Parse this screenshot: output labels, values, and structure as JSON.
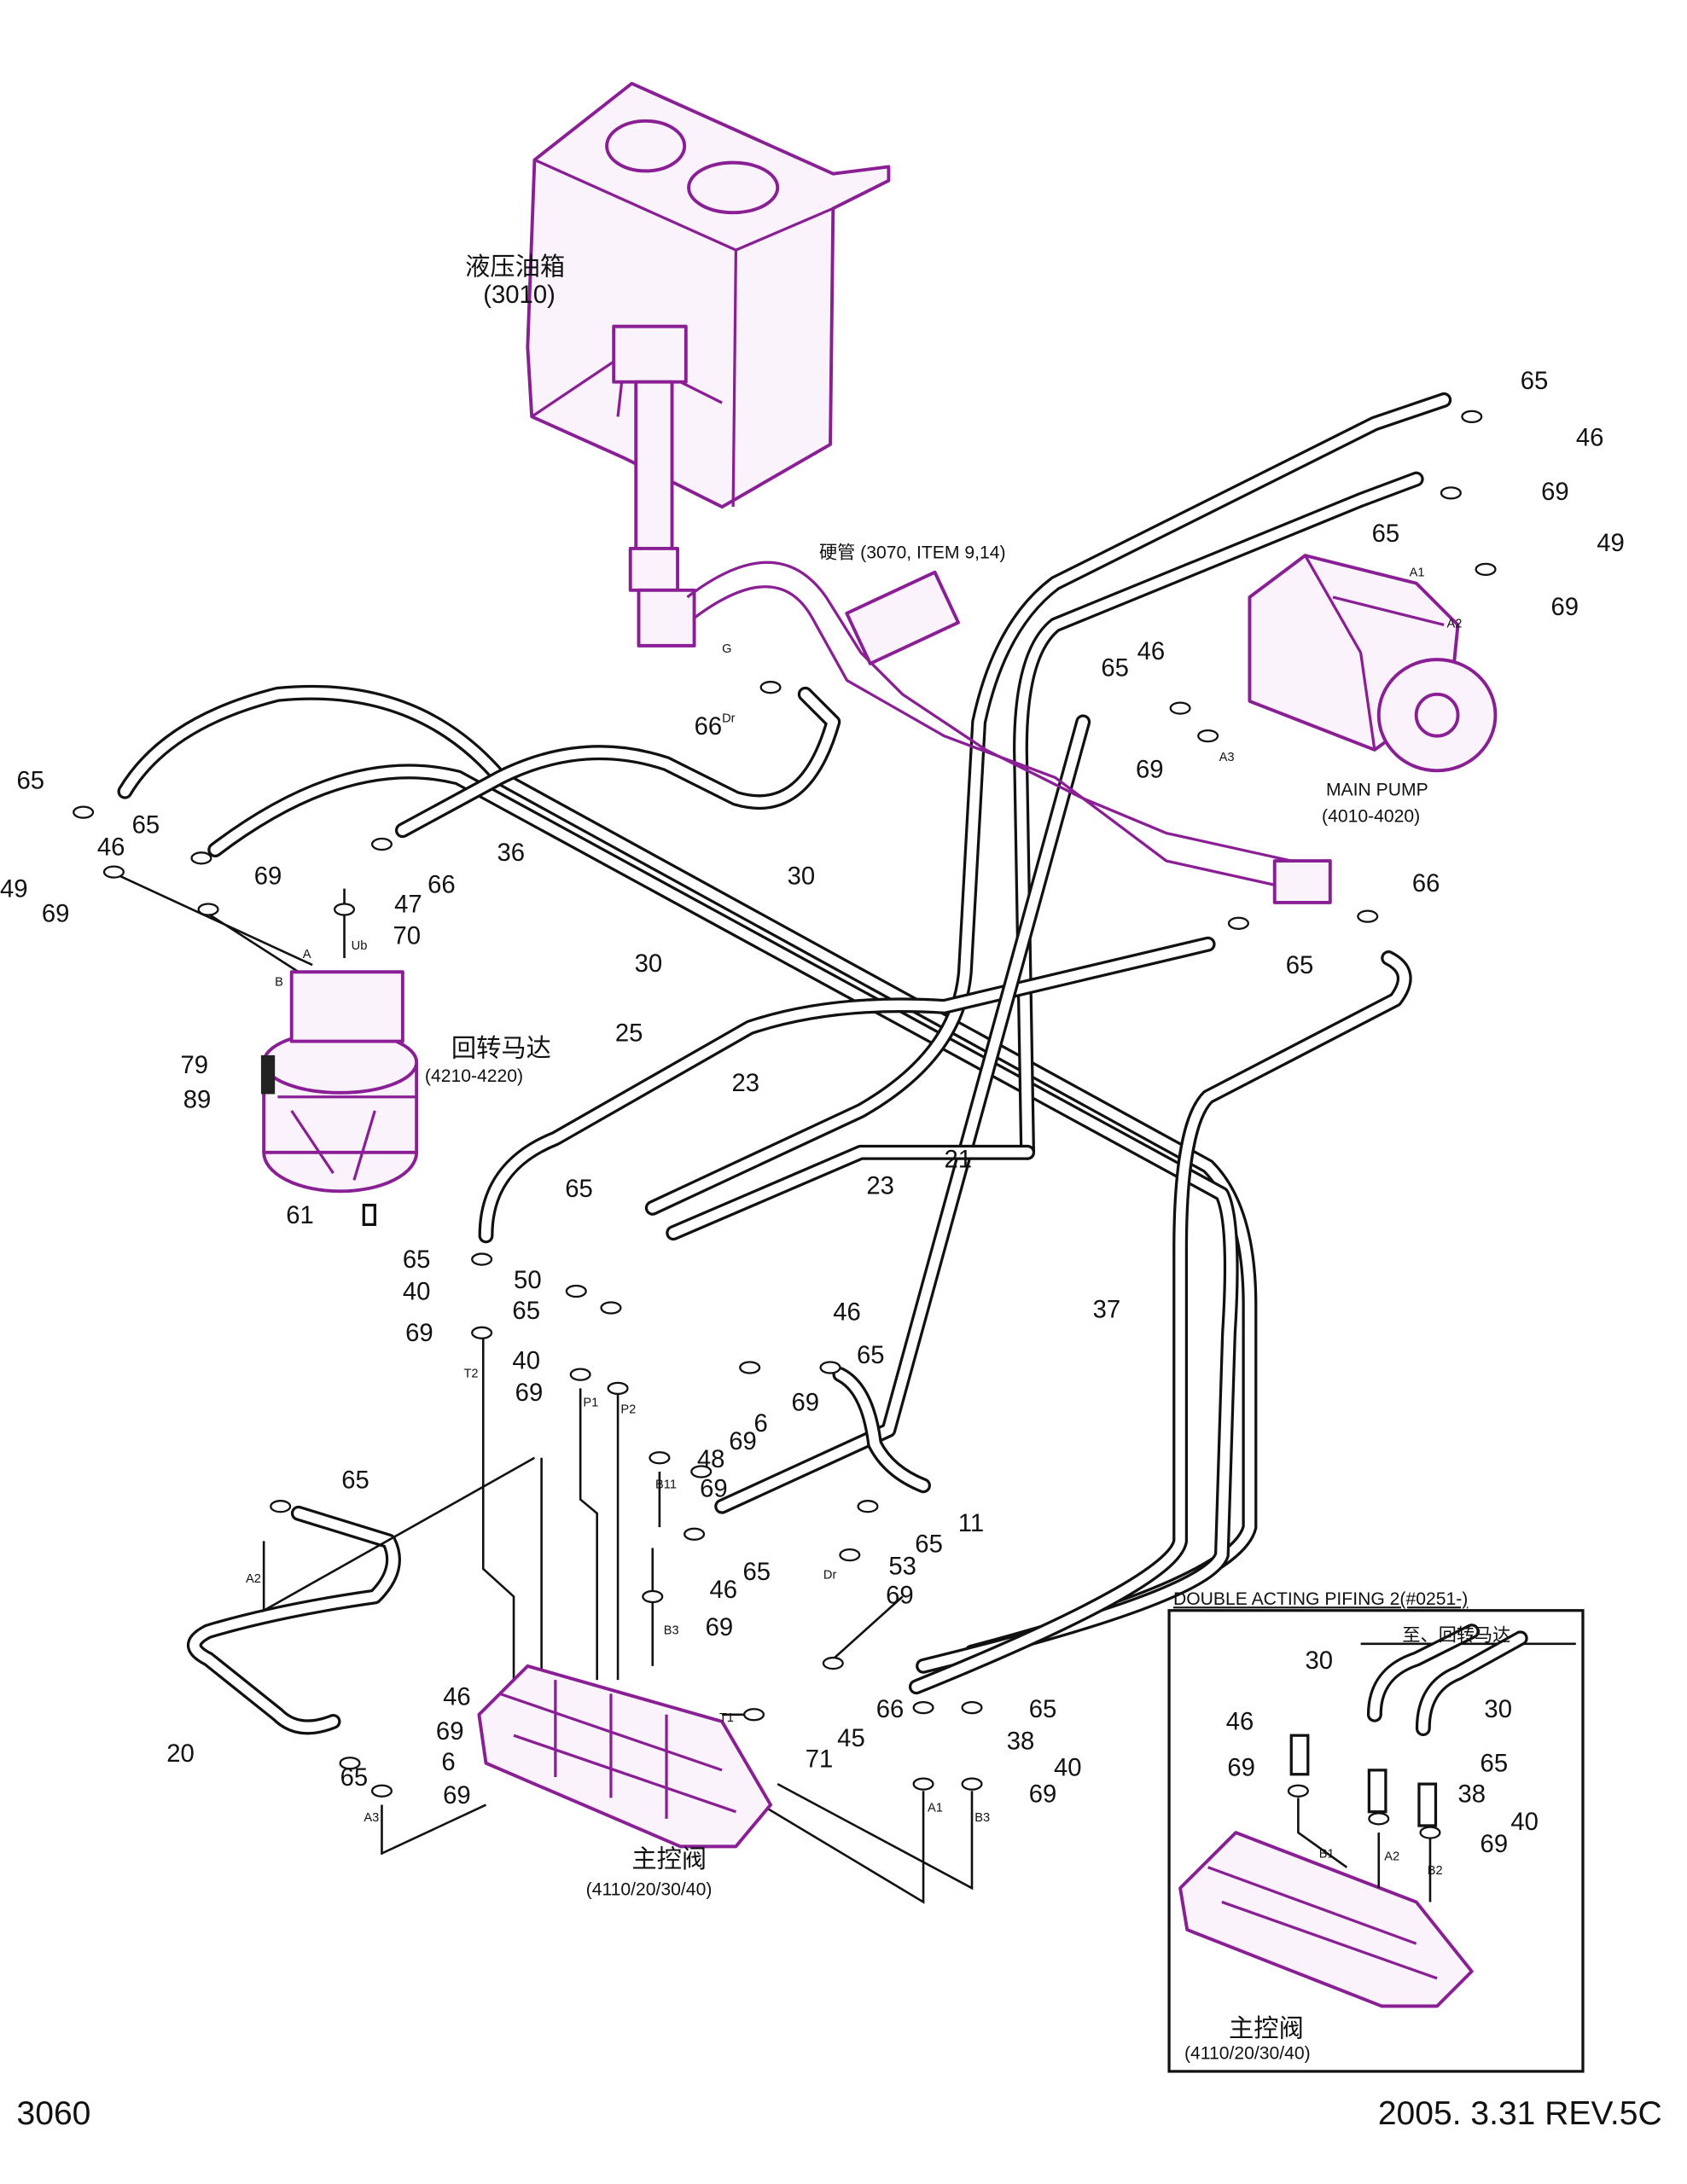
{
  "drawing_number": "3060",
  "revision": "2005. 3.31  REV.5C",
  "colors": {
    "component": "#8a1f95",
    "line": "#111111"
  },
  "components": {
    "tank": {
      "name": "液压油箱",
      "ref": "(3010)"
    },
    "rigid_pipe": {
      "label": "硬管 (3070, ITEM 9,14)"
    },
    "main_pump": {
      "name": "MAIN PUMP",
      "ref": "(4010-4020)"
    },
    "swing_motor": {
      "name": "回转马达",
      "ref": "(4210-4220)"
    },
    "control_valve": {
      "name": "主控阀",
      "ref": "(4110/20/30/40)"
    }
  },
  "inset": {
    "title": "DOUBLE ACTING PIFING 2(#0251-)",
    "to_label": "至、回转马达",
    "valve_name": "主控阀",
    "valve_ref": "(4110/20/30/40)",
    "callouts": [
      "30",
      "30",
      "46",
      "69",
      "65",
      "38",
      "40",
      "69"
    ]
  },
  "port_labels": [
    "A1",
    "A2",
    "A3",
    "G",
    "A",
    "B",
    "Dr",
    "Ub",
    "T2",
    "P1",
    "P2",
    "B11",
    "Dr",
    "B3",
    "T1",
    "A3",
    "B3",
    "A1",
    "A2",
    "B2",
    "B1",
    "A2"
  ],
  "callouts": [
    "65",
    "46",
    "69",
    "65",
    "49",
    "69",
    "65",
    "46",
    "69",
    "66",
    "65",
    "65",
    "46",
    "49",
    "69",
    "69",
    "47",
    "66",
    "36",
    "70",
    "30",
    "30",
    "66",
    "65",
    "25",
    "23",
    "23",
    "21",
    "79",
    "89",
    "61",
    "65",
    "65",
    "50",
    "40",
    "65",
    "69",
    "40",
    "69",
    "37",
    "46",
    "65",
    "6",
    "69",
    "69",
    "48",
    "69",
    "11",
    "65",
    "65",
    "53",
    "65",
    "46",
    "69",
    "69",
    "46",
    "69",
    "6",
    "65",
    "69",
    "20",
    "66",
    "45",
    "71",
    "65",
    "38",
    "40",
    "69"
  ]
}
